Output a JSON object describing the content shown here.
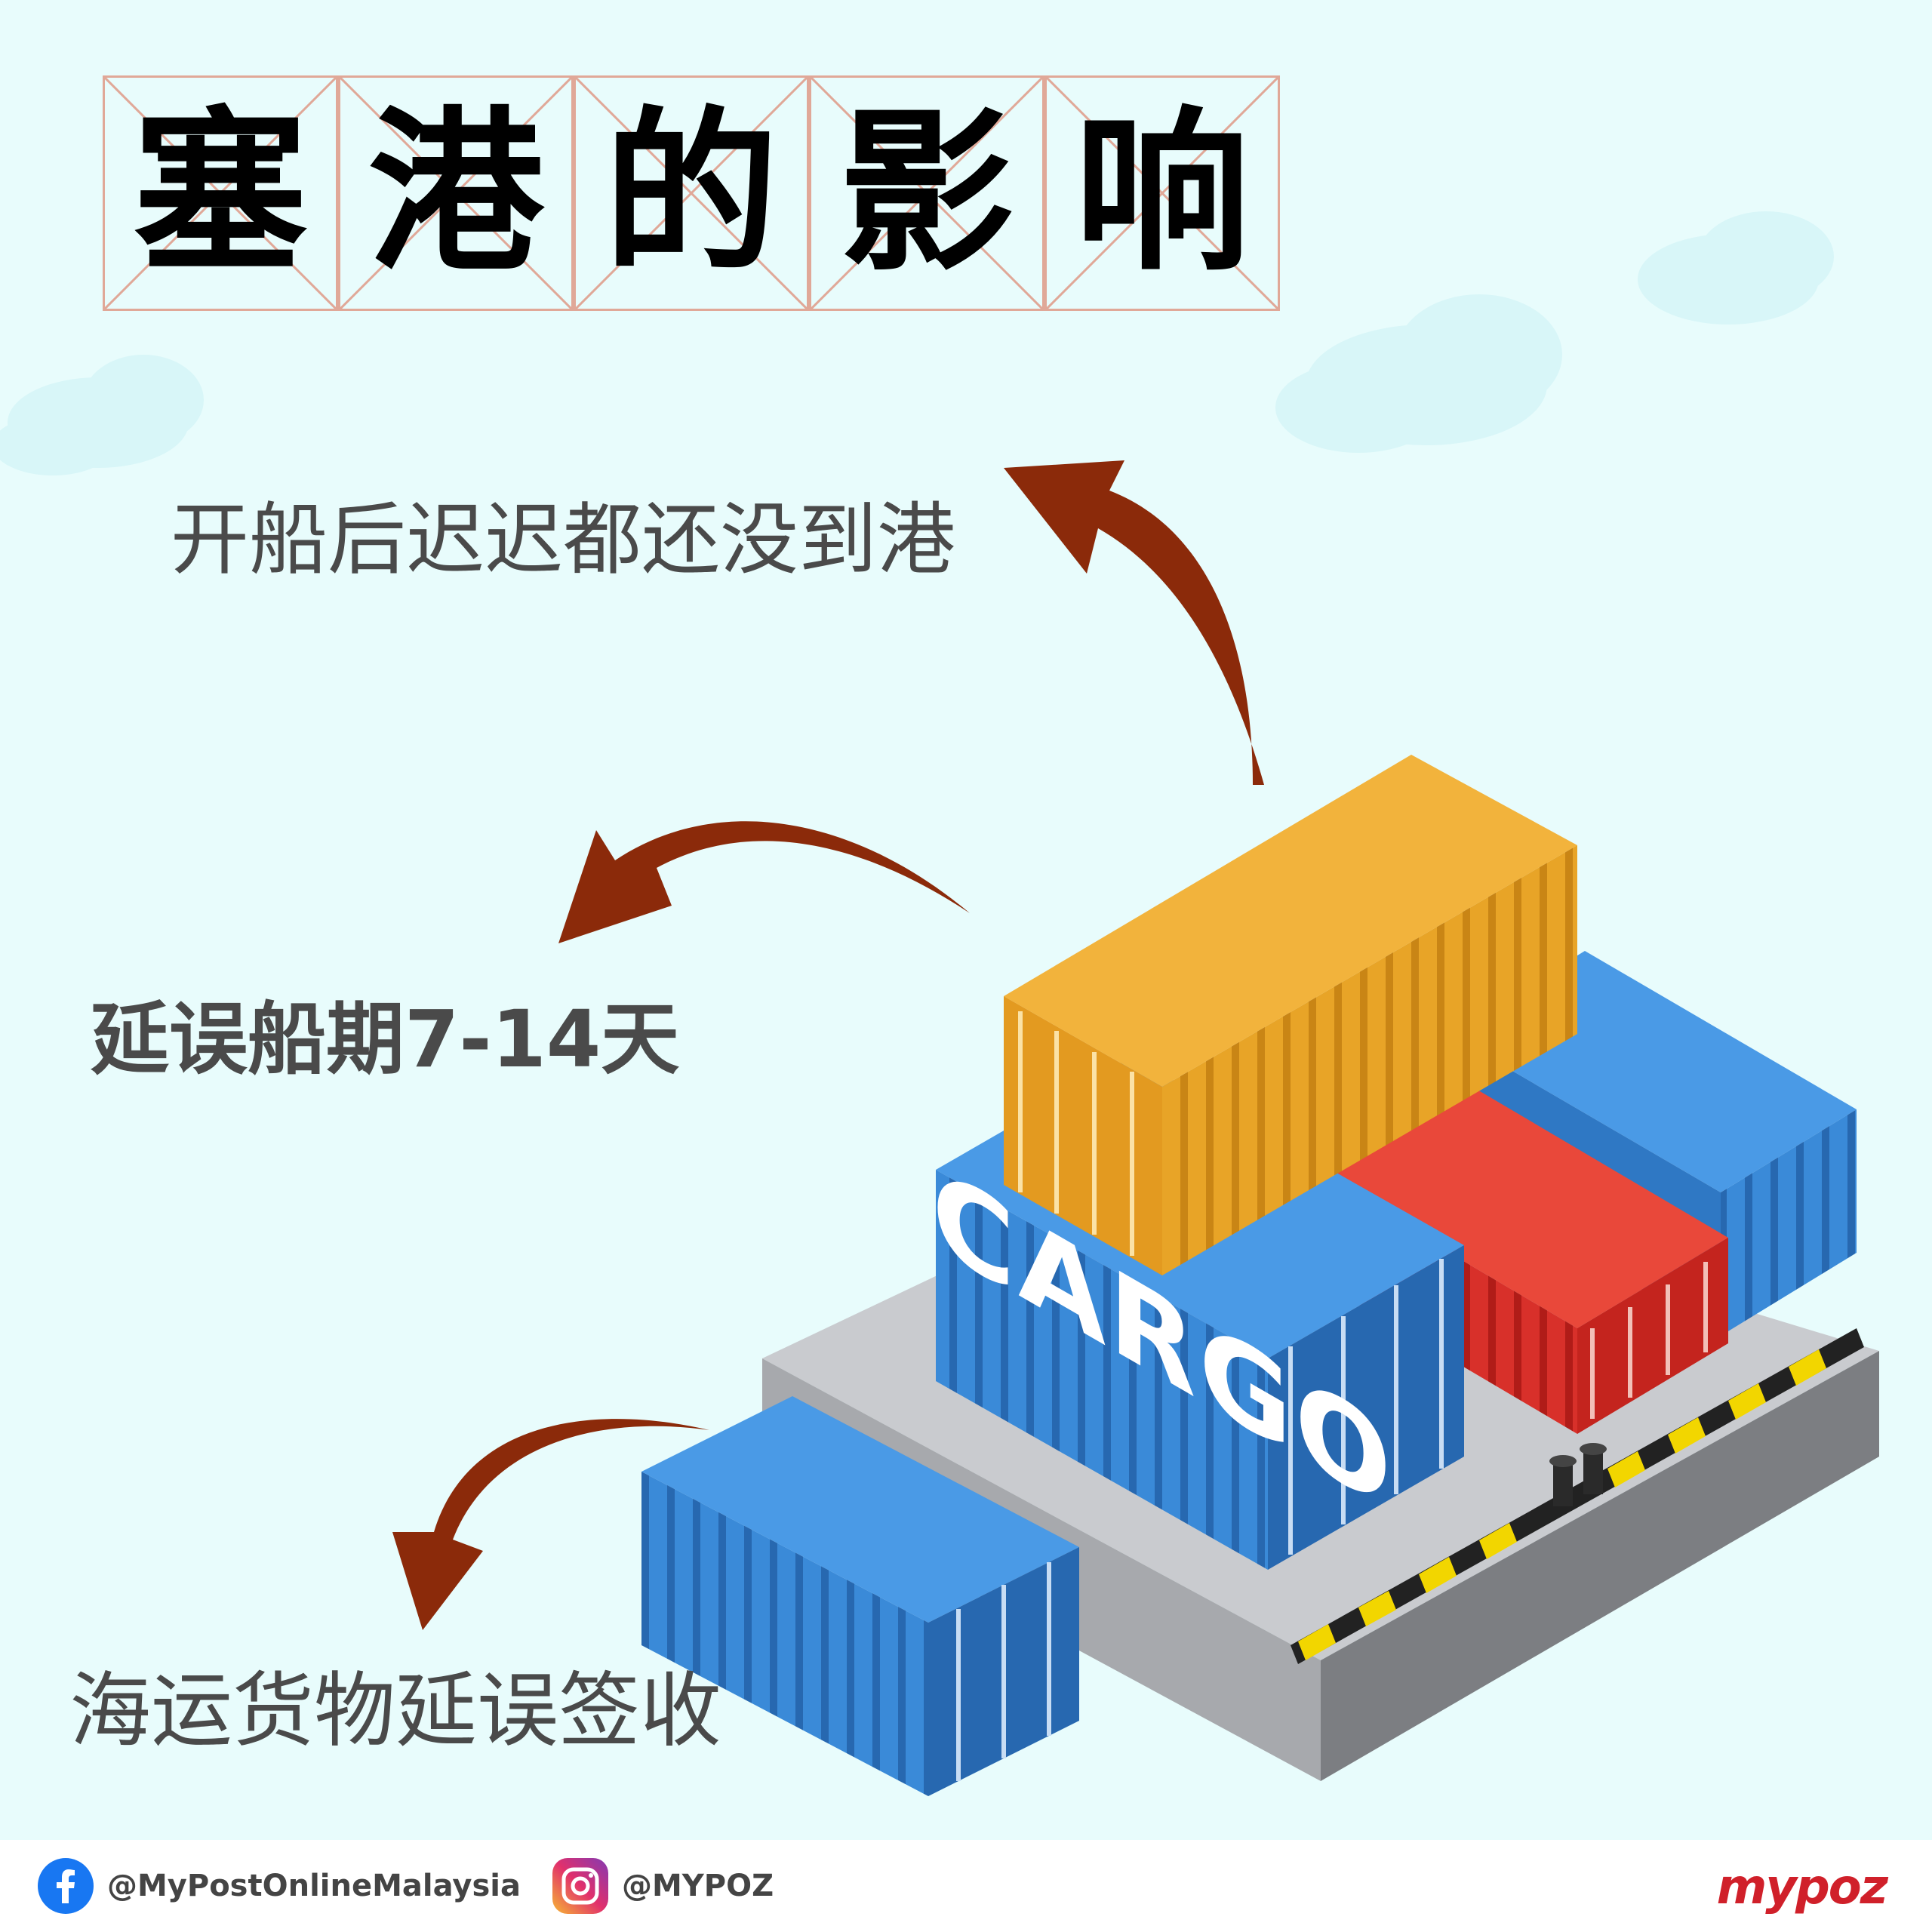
{
  "title": {
    "chars": [
      "塞",
      "港",
      "的",
      "影",
      "响"
    ]
  },
  "impacts": [
    {
      "text": "开船后迟迟都还没到港"
    },
    {
      "text": "延误船期7-14天"
    },
    {
      "text": "海运货物延误签收"
    }
  ],
  "illustration": {
    "container_label": "CARGO"
  },
  "footer": {
    "facebook_handle": "@MyPostOnlineMalaysia",
    "instagram_handle": "@MYPOZ",
    "brand": "mypoz"
  },
  "colors": {
    "sky": "#e8fcfc",
    "arrow": "#8b2a0a",
    "container_yellow": "#f0a930",
    "container_blue": "#3a8ad8",
    "container_red": "#e0362c",
    "dock_top": "#c9cbcf",
    "title_grid": "#e0a898",
    "brand_red": "#d0202a"
  },
  "icons": [
    "cloud-icon",
    "curved-arrow-icon",
    "facebook-icon",
    "instagram-icon"
  ]
}
